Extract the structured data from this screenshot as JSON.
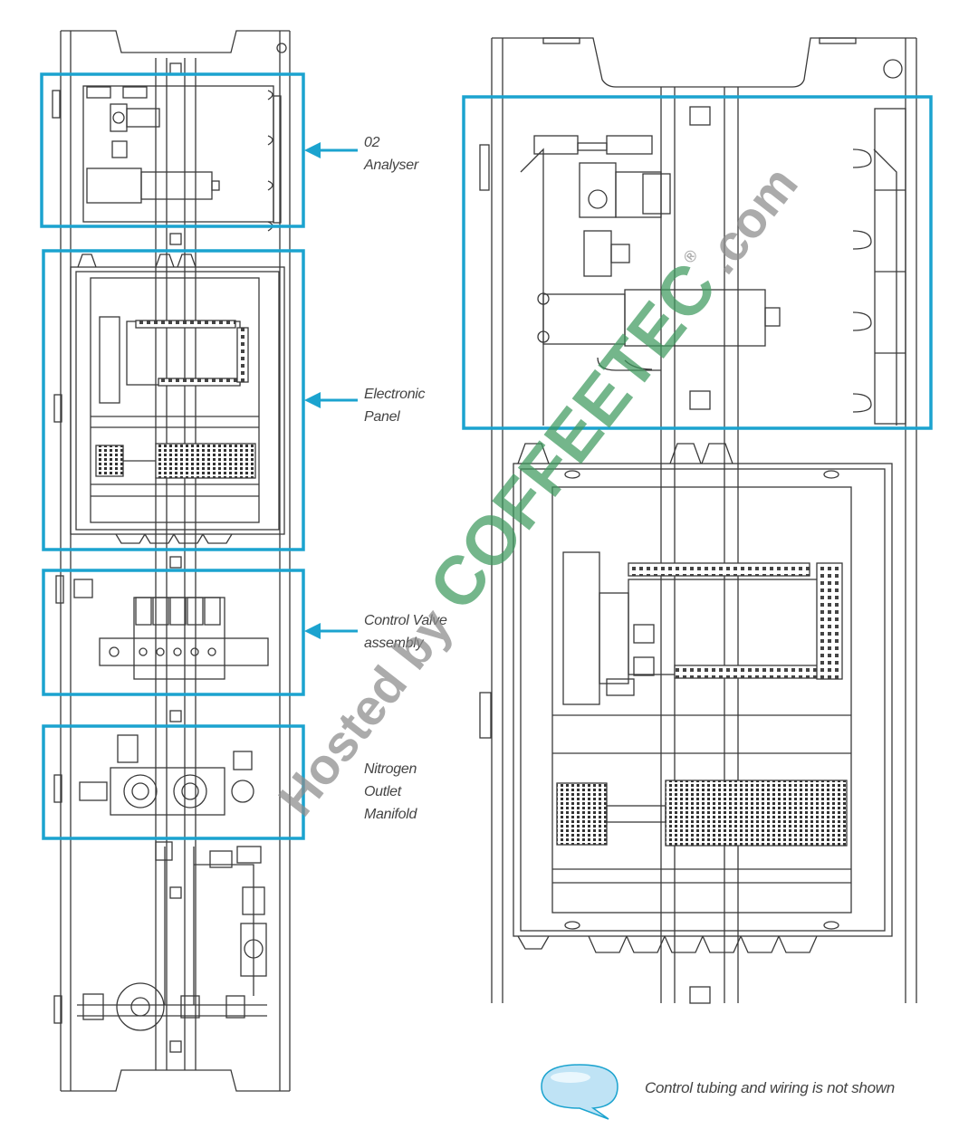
{
  "labels": {
    "o2_analyser": [
      "02",
      "Analyser"
    ],
    "electronic_panel": [
      "Electronic",
      "Panel"
    ],
    "control_valve": [
      "Control Valve",
      "assembly"
    ],
    "nitrogen_manifold": [
      "Nitrogen",
      "Outlet",
      "Manifold"
    ]
  },
  "note": "Control tubing and wiring is not shown",
  "watermark": {
    "prefix": "Hosted by ",
    "brand": "COFFEETEC",
    "reg": "®",
    "suffix": ".com"
  },
  "colors": {
    "highlight": "#1ba3cf",
    "line": "#3a3a3a",
    "watermark_green": "#3f9a5f",
    "watermark_grey": "#8c8c8c",
    "bubble": "#bfe3f5"
  },
  "icons": [
    "arrow-left-icon",
    "speech-bubble-icon"
  ]
}
